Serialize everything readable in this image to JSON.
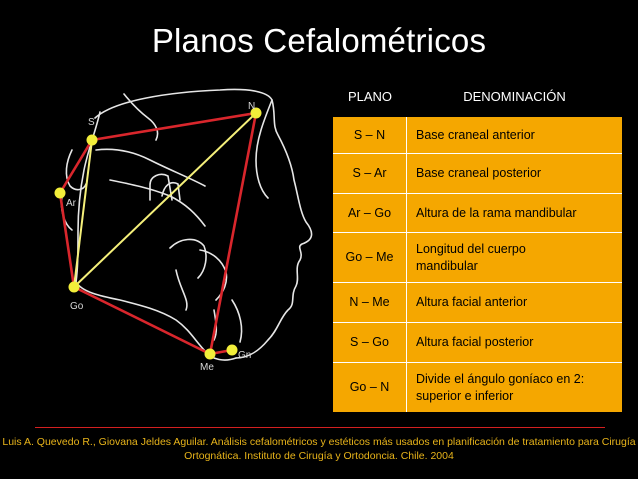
{
  "title": "Planos Cefalométricos",
  "points": {
    "S": "S",
    "N": "N",
    "Ar": "Ar",
    "Go": "Go",
    "Me": "Me",
    "Gn": "Gn"
  },
  "table": {
    "header_plano": "PLANO",
    "header_denominacion": "DENOMINACIÓN",
    "rows": [
      {
        "plano": "S – N",
        "denominacion": "Base craneal anterior"
      },
      {
        "plano": "S – Ar",
        "denominacion": "Base craneal posterior"
      },
      {
        "plano": "Ar – Go",
        "denominacion": "Altura de la rama mandibular"
      },
      {
        "plano": "Go – Me",
        "denominacion": "Longitud del cuerpo mandibular"
      },
      {
        "plano": "N – Me",
        "denominacion": "Altura facial anterior"
      },
      {
        "plano": "S – Go",
        "denominacion": "Altura facial posterior"
      },
      {
        "plano": "Go – N",
        "denominacion": "Divide el ángulo goníaco en 2: superior e inferior"
      }
    ]
  },
  "citation": "Luis A. Quevedo R., Giovana Jeldes Aguilar. Análisis cefalométricos y estéticos más usados en planificación de tratamiento para Cirugía Ortognática. Instituto de Cirugía y Ortodoncia. Chile. 2004",
  "colors": {
    "background": "#000000",
    "table_fill": "#f5a700",
    "red_lines": "#d9262c",
    "yellow_lines": "#f5f07a",
    "point_fill": "#f2ee3a",
    "citation": "#e8b41a"
  }
}
